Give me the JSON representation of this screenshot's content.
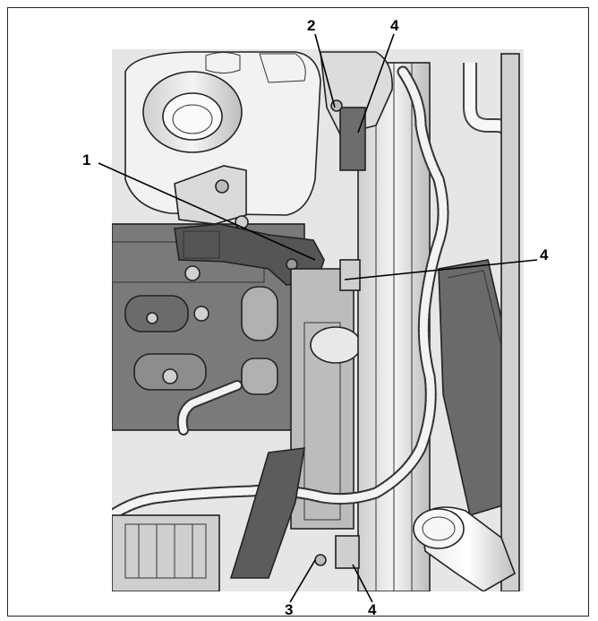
{
  "figure": {
    "callouts": [
      {
        "id": "1",
        "label": "1"
      },
      {
        "id": "2",
        "label": "2"
      },
      {
        "id": "4a",
        "label": "4"
      },
      {
        "id": "4b",
        "label": "4"
      },
      {
        "id": "3",
        "label": "3"
      },
      {
        "id": "4c",
        "label": "4"
      }
    ]
  }
}
